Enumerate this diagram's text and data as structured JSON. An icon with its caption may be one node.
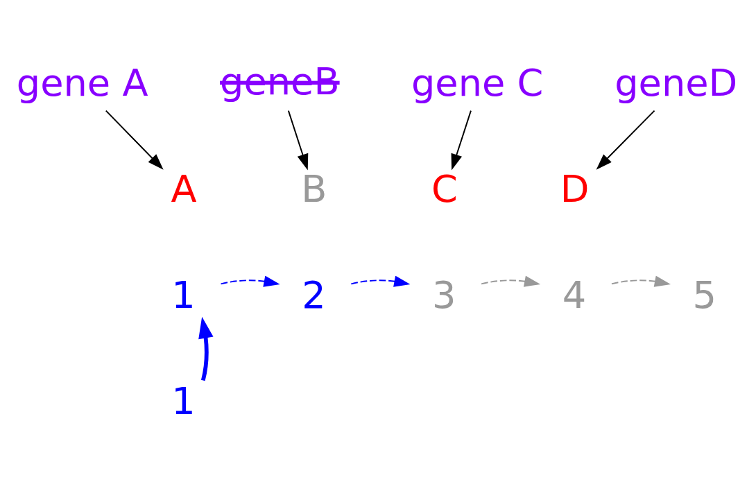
{
  "diagram": {
    "nodes": [
      {
        "text": [
          "gene A"
        ]
      },
      {
        "text": [
          "geneB"
        ]
      },
      {
        "text": [
          "gene C"
        ]
      },
      {
        "text": [
          "geneD"
        ]
      },
      {
        "text": [
          "A"
        ]
      },
      {
        "text": [
          "B"
        ]
      },
      {
        "text": [
          "C"
        ]
      },
      {
        "text": [
          "D"
        ]
      },
      {
        "text": [
          "1"
        ]
      },
      {
        "text": [
          "2"
        ]
      },
      {
        "text": [
          "3"
        ]
      },
      {
        "text": [
          "4"
        ]
      },
      {
        "text": [
          "5"
        ]
      },
      {
        "text": [
          "1"
        ]
      }
    ],
    "edges": [
      {
        "from": 0,
        "to": 4,
        "arrow": "to"
      },
      {
        "from": 1,
        "to": 5,
        "arrow": "to"
      },
      {
        "from": 2,
        "to": 6,
        "arrow": "to"
      },
      {
        "from": 3,
        "to": 7,
        "arrow": "to"
      },
      {
        "from": 8,
        "to": 9,
        "arrow": "to",
        "style": "dashed",
        "color": "#0000ff"
      },
      {
        "from": 9,
        "to": 10,
        "arrow": "to",
        "style": "dashed",
        "color": "#0000ff"
      },
      {
        "from": 10,
        "to": 11,
        "arrow": "to",
        "style": "dashed",
        "color": "#999999"
      },
      {
        "from": 11,
        "to": 12,
        "arrow": "to",
        "style": "dashed",
        "color": "#999999"
      },
      {
        "from": 13,
        "to": 8,
        "arrow": "to",
        "style": "thick",
        "color": "#0000ff"
      }
    ]
  }
}
